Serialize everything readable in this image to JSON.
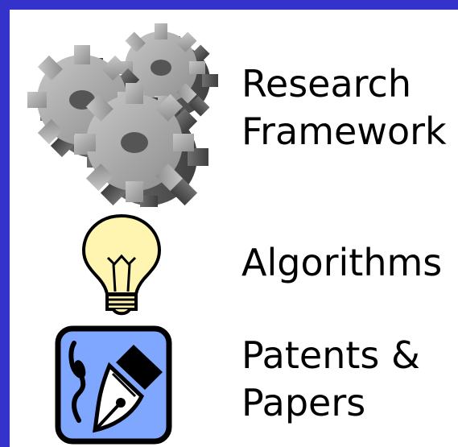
{
  "items": [
    {
      "icon": "gears-icon",
      "lines": [
        "Research",
        "Framework"
      ]
    },
    {
      "icon": "lightbulb-icon",
      "lines": [
        "Algorithms"
      ]
    },
    {
      "icon": "fountain-pen-icon",
      "lines": [
        "Patents &",
        "Papers"
      ]
    }
  ],
  "colors": {
    "border": "#3333cc",
    "gear": "#9a9a9a",
    "bulb": "#fff4b0",
    "pen_background": "#7fa7ff"
  }
}
